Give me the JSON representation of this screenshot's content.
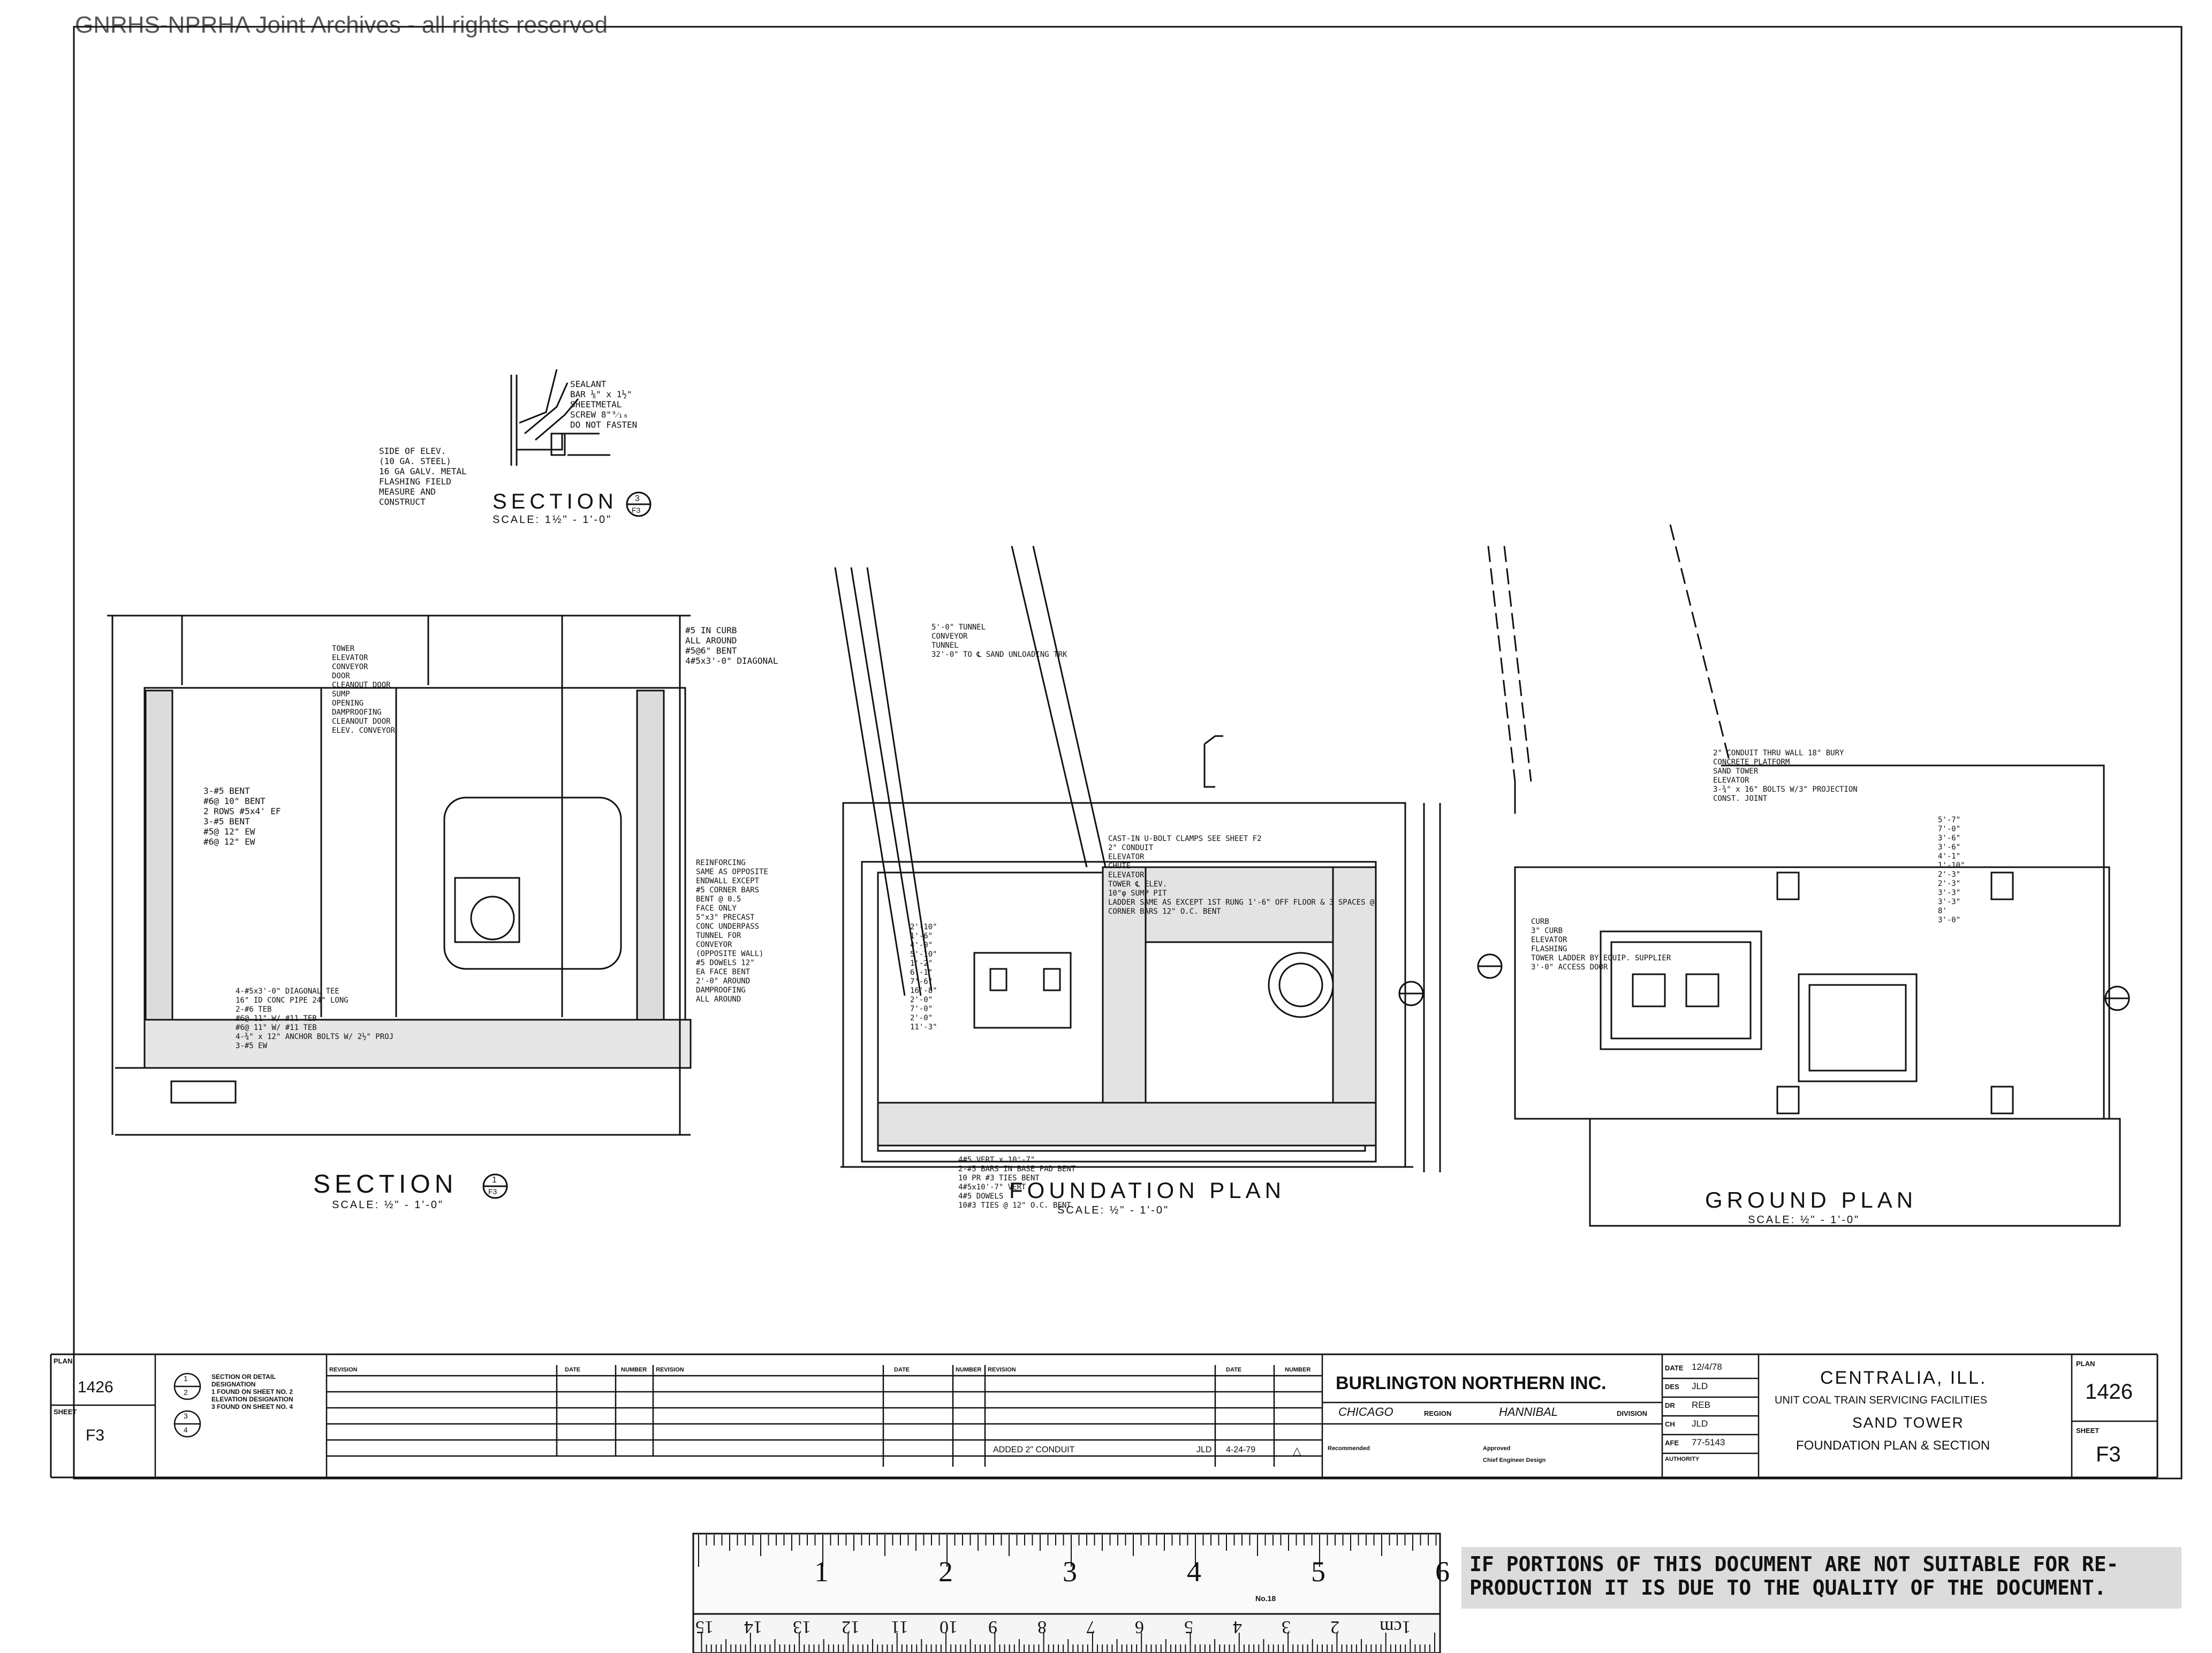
{
  "watermark": "GNRHS-NPRHA Joint Archives - all rights reserved",
  "views": {
    "section3": {
      "title": "SECTION",
      "ref_num": "3",
      "ref_sheet": "F3",
      "scale": "SCALE: 1½\" - 1'-0\""
    },
    "section1": {
      "title": "SECTION",
      "ref_num": "1",
      "ref_sheet": "F3",
      "scale": "SCALE: ½\" - 1'-0\""
    },
    "foundation": {
      "title": "FOUNDATION PLAN",
      "scale": "SCALE: ½\" - 1'-0\""
    },
    "ground": {
      "title": "GROUND PLAN",
      "scale": "SCALE: ½\" - 1'-0\""
    }
  },
  "notes": {
    "sec3_labels": [
      "SEALANT",
      "BAR ⅛\" x 1½\"",
      "SHEETMETAL",
      "SCREW 8\"⁹⁄₁₆",
      "DO NOT FASTEN"
    ],
    "sec3_left": [
      "SIDE OF ELEV.",
      "(10 GA. STEEL)",
      "16 GA GALV. METAL",
      "FLASHING FIELD",
      "MEASURE AND",
      "CONSTRUCT"
    ],
    "sec1_top": [
      "#5 IN CURB",
      "ALL AROUND",
      "#5@6\" BENT",
      "4#5x3'-0\" DIAGONAL"
    ],
    "sec1_left": [
      "3-#5 BENT",
      "#6@ 10\" BENT",
      "2 ROWS #5x4' EF",
      "3-#5 BENT",
      "#5@ 12\" EW",
      "#6@ 12\" EW"
    ],
    "sec1_right": [
      "REINFORCING",
      "SAME AS OPPOSITE",
      "ENDWALL EXCEPT",
      "#5 CORNER BARS",
      "BENT @ 0.5",
      "FACE ONLY",
      "5\"x3\" PRECAST",
      "CONC UNDERPASS",
      "TUNNEL FOR",
      "CONVEYOR",
      "(OPPOSITE WALL)",
      "#5 DOWELS 12\"",
      "EA FACE BENT",
      "2'-0\" AROUND",
      "DAMPROOFING",
      "ALL AROUND"
    ],
    "sec1_bottom": [
      "4-#5x3'-0\" DIAGONAL TEE",
      "16\" ID CONC PIPE 24\" LONG",
      "2-#6 TEB",
      "#6@ 11\" W/ #11 TEB",
      "#6@ 11\" W/ #11 TEB",
      "4-¾\" x 12\" ANCHOR BOLTS W/ 2½\" PROJ",
      "3-#5 EW"
    ],
    "sec1_inner": [
      "TOWER",
      "ELEVATOR",
      "CONVEYOR",
      "DOOR",
      "CLEANOUT DOOR",
      "SUMP",
      "OPENING",
      "DAMPROOFING",
      "CLEANOUT DOOR",
      "ELEV. CONVEYOR"
    ],
    "foundation_labels": [
      "5'-0\" TUNNEL",
      "CONVEYOR",
      "TUNNEL",
      "32'-0\" TO ℄ SAND UNLOADING TRK",
      "CAST-IN U-BOLT CLAMPS SEE SHEET F2",
      "2\" CONDUIT",
      "ELEVATOR",
      "CHUTE",
      "ELEVATOR",
      "TOWER ℄ ELEV.",
      "10\"φ SUMP PIT",
      "LADDER SAME AS EXCEPT 1ST RUNG 1'-6\" OFF FLOOR & 3 SPACES @",
      "CORNER BARS 12\" O.C. BENT",
      "4#5 VERT x 10'-7\"",
      "2-#5 BARS IN BASE PAD BENT",
      "10 PR #3 TIES BENT",
      "4#5x10'-7\" VERT",
      "4#5 DOWELS",
      "10#3 TIES @ 12\" O.C. BENT"
    ],
    "foundation_dims": [
      "2'-10\"",
      "1'-6\"",
      "4'-0\"",
      "5'-10\"",
      "1'-2\"",
      "6'-1\"",
      "7'-6\"",
      "16'-8\"",
      "2'-0\"",
      "7'-0\"",
      "2'-0\"",
      "11'-3\""
    ],
    "ground_labels": [
      "2\" CONDUIT THRU WALL 18\" BURY",
      "CONCRETE PLATFORM",
      "SAND TOWER",
      "ELEVATOR",
      "3-¾\" x 16\" BOLTS W/3\" PROJECTION",
      "CONST. JOINT",
      "CURB",
      "3\" CURB",
      "ELEVATOR",
      "FLASHING",
      "TOWER LADDER BY EQUIP. SUPPLIER",
      "3'-0\" ACCESS DOOR"
    ],
    "ground_dims": [
      "5'-7\"",
      "7'-0\"",
      "3'-6\"",
      "3'-6\"",
      "4'-1\"",
      "1'-10\"",
      "2'-3\"",
      "2'-3\"",
      "3'-3\"",
      "3'-3\"",
      "8'",
      "3'-0\""
    ]
  },
  "title_block": {
    "plan_label": "PLAN",
    "plan_value": "1426",
    "sheet_label": "SHEET",
    "sheet_value": "F3",
    "legend": [
      "SECTION OR DETAIL DESIGNATION",
      "1 FOUND ON SHEET NO. 2",
      "ELEVATION DESIGNATION",
      "3 FOUND ON SHEET NO. 4"
    ],
    "legend_symbols": [
      "1",
      "2",
      "3",
      "4"
    ],
    "rev_headers": [
      "REVISION",
      "DATE",
      "NUMBER",
      "REVISION",
      "DATE",
      "NUMBER",
      "REVISION",
      "DATE",
      "NUMBER"
    ],
    "rev_entry": {
      "text": "ADDED 2\" CONDUIT",
      "by": "JLD",
      "date": "4-24-79",
      "number": "△"
    },
    "company": "BURLINGTON NORTHERN INC.",
    "region_name": "CHICAGO",
    "region_label": "REGION",
    "division_name": "HANNIBAL",
    "division_label": "DIVISION",
    "recommended": "Recommended",
    "approved": "Approved",
    "chief": "Chief Engineer Design",
    "date_label": "DATE",
    "date_value": "12/4/78",
    "des_label": "DES",
    "des_value": "JLD",
    "dr_label": "DR",
    "dr_value": "REB",
    "ch_label": "CH",
    "ch_value": "JLD",
    "afe_label": "AFE",
    "afe_value": "77-5143",
    "authority_label": "AUTHORITY",
    "project_location": "CENTRALIA, ILL.",
    "project_line1": "UNIT COAL TRAIN SERVICING FACILITIES",
    "project_line2": "SAND TOWER",
    "project_line3": "FOUNDATION PLAN & SECTION",
    "plan_label_right": "PLAN",
    "plan_value_right": "1426",
    "sheet_label_right": "SHEET",
    "sheet_value_right": "F3"
  },
  "ruler": {
    "inch_labels": [
      "1",
      "2",
      "3",
      "4",
      "5",
      "6"
    ],
    "cm_labels": [
      "1cm",
      "2",
      "3",
      "4",
      "5",
      "6",
      "7",
      "8",
      "9",
      "10",
      "11",
      "12",
      "13",
      "14",
      "15"
    ],
    "model": "No.18"
  },
  "warning": "IF PORTIONS OF THIS DOCUMENT ARE NOT SUITABLE FOR RE-\nPRODUCTION IT IS DUE TO THE QUALITY OF THE DOCUMENT."
}
